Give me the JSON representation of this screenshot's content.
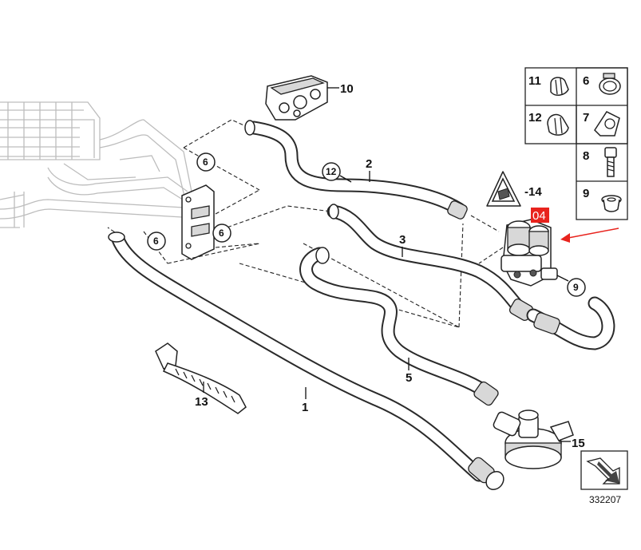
{
  "diagram": {
    "callouts": {
      "c1": "1",
      "c2": "2",
      "c3": "3",
      "c5": "5",
      "c6a": "6",
      "c6b": "6",
      "c6c": "6",
      "c9": "9",
      "c10": "10",
      "c12": "12",
      "c13": "13",
      "c14": "-14",
      "c15": "15"
    },
    "highlight_label": "04",
    "highlight_color": "#e8231d",
    "arrow_color": "#e8231d",
    "legend": {
      "r1_left": "11",
      "r1_right": "6",
      "r2_left": "12",
      "r2_right": "7",
      "r3": "8",
      "r4": "9"
    },
    "diagram_number": "332207"
  }
}
